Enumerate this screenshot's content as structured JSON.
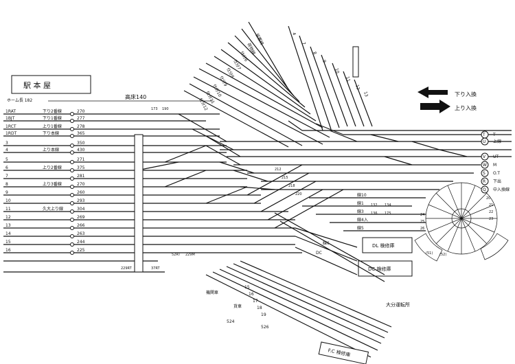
{
  "station_building": "駅 本 屋",
  "platform_height_label": "高床140",
  "legend": {
    "down": "下り入換",
    "up": "上り入換"
  },
  "yard_office": "大分運転所",
  "dl_shed": "DL 検修庫",
  "dc_shed": "DC 検修庫",
  "fc_shed": "F.C 検修庫",
  "platform_home": "ホーム長 182",
  "left_track_labels": [
    "1RAT",
    "1BJT",
    "1RCT",
    "1RDT",
    "3",
    "4",
    "5",
    "6",
    "7",
    "8",
    "9",
    "10",
    "11",
    "12",
    "13",
    "14",
    "15",
    "16"
  ],
  "left_track_names": [
    "下り2番線",
    "下り1番線",
    "上り1番線",
    "下り本線",
    "",
    "上り本線",
    "",
    "上り2番線",
    "",
    "上り3番線",
    "",
    "",
    "久大上り線",
    "",
    "",
    "",
    "",
    ""
  ],
  "signal_numbers": [
    "270",
    "277",
    "278",
    "365",
    "350",
    "430",
    "271",
    "375",
    "281",
    "270",
    "260",
    "293",
    "304",
    "269",
    "266",
    "263",
    "244",
    "225"
  ],
  "upper_fan_labels": [
    "留置線",
    "荷物線",
    "仕分6",
    "仕分7",
    "仕分8",
    "仕分9",
    "仕分10",
    "仕分11",
    "仕分12"
  ],
  "fan_track_numbers": [
    "4",
    "7",
    "8",
    "9",
    "10",
    "11",
    "12",
    "13"
  ],
  "right_labels": [
    "T",
    "U",
    "V",
    "W",
    "S",
    "R",
    "Q"
  ],
  "right_texts": [
    "T",
    "上線",
    "UT",
    "M",
    "O.T",
    "下出",
    "中入換線"
  ],
  "lower_track_labels": [
    "線10",
    "線1",
    "線3",
    "線4入",
    "線5",
    "線6",
    "DC",
    "機関車",
    "貨車"
  ],
  "misc_labels": [
    "229RT",
    "37RT",
    "52RT",
    "229M",
    "(51)",
    "(52)",
    "24",
    "25",
    "26",
    "20",
    "21",
    "22",
    "23"
  ],
  "bottom_fan_numbers": [
    "524",
    "526",
    "15",
    "16",
    "17",
    "18",
    "19"
  ],
  "switch_numbers": [
    "132",
    "134",
    "136",
    "175",
    "173",
    "190",
    "212",
    "215",
    "218",
    "220"
  ]
}
